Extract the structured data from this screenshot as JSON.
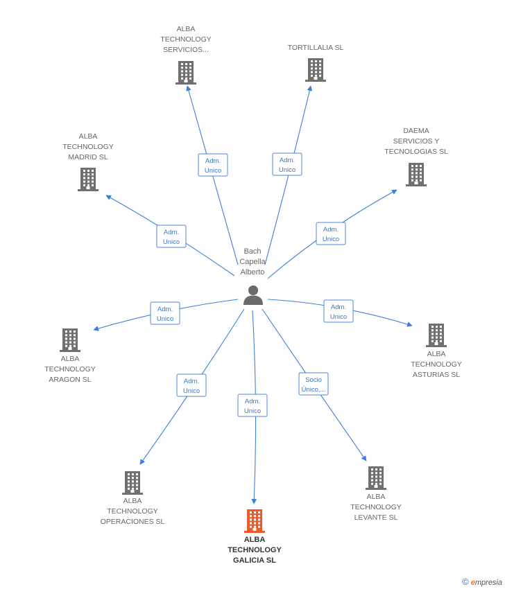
{
  "center": {
    "name_lines": [
      "Bach",
      "Capella",
      "Alberto"
    ]
  },
  "companies": [
    {
      "id": "alba-technology-servicios",
      "lines": [
        "ALBA",
        "TECHNOLOGY",
        "SERVICIOS..."
      ],
      "highlight": false,
      "relation": [
        "Adm.",
        "Unico"
      ]
    },
    {
      "id": "tortillalia-sl",
      "lines": [
        "TORTILLALIA SL"
      ],
      "highlight": false,
      "relation": [
        "Adm.",
        "Unico"
      ]
    },
    {
      "id": "alba-technology-madrid-sl",
      "lines": [
        "ALBA",
        "TECHNOLOGY",
        "MADRID SL"
      ],
      "highlight": false,
      "relation": [
        "Adm.",
        "Unico"
      ]
    },
    {
      "id": "daema-servicios-y-tecnologias-sl",
      "lines": [
        "DAEMA",
        "SERVICIOS Y",
        "TECNOLOGIAS SL"
      ],
      "highlight": false,
      "relation": [
        "Adm.",
        "Unico"
      ]
    },
    {
      "id": "alba-technology-aragon-sl",
      "lines": [
        "ALBA",
        "TECHNOLOGY",
        "ARAGON SL"
      ],
      "highlight": false,
      "relation": [
        "Adm.",
        "Unico"
      ]
    },
    {
      "id": "alba-technology-asturias-sl",
      "lines": [
        "ALBA",
        "TECHNOLOGY",
        "ASTURIAS SL"
      ],
      "highlight": false,
      "relation": [
        "Adm.",
        "Unico"
      ]
    },
    {
      "id": "alba-technology-operaciones-sl",
      "lines": [
        "ALBA",
        "TECHNOLOGY",
        "OPERACIONES SL"
      ],
      "highlight": false,
      "relation": [
        "Adm.",
        "Unico"
      ]
    },
    {
      "id": "alba-technology-galicia-sl",
      "lines": [
        "ALBA",
        "TECHNOLOGY",
        "GALICIA SL"
      ],
      "highlight": true,
      "relation": [
        "Adm.",
        "Unico"
      ]
    },
    {
      "id": "alba-technology-levante-sl",
      "lines": [
        "ALBA",
        "TECHNOLOGY",
        "LEVANTE SL"
      ],
      "highlight": false,
      "relation": [
        "Socio",
        "Único,..."
      ]
    }
  ],
  "colors": {
    "building": "#707070",
    "building_highlight": "#f05a28",
    "edge": "#3d7fd6",
    "person": "#6b6b6b"
  },
  "footer": {
    "copyright": "©",
    "brand_initial": "e",
    "brand_rest": "mpresia"
  }
}
